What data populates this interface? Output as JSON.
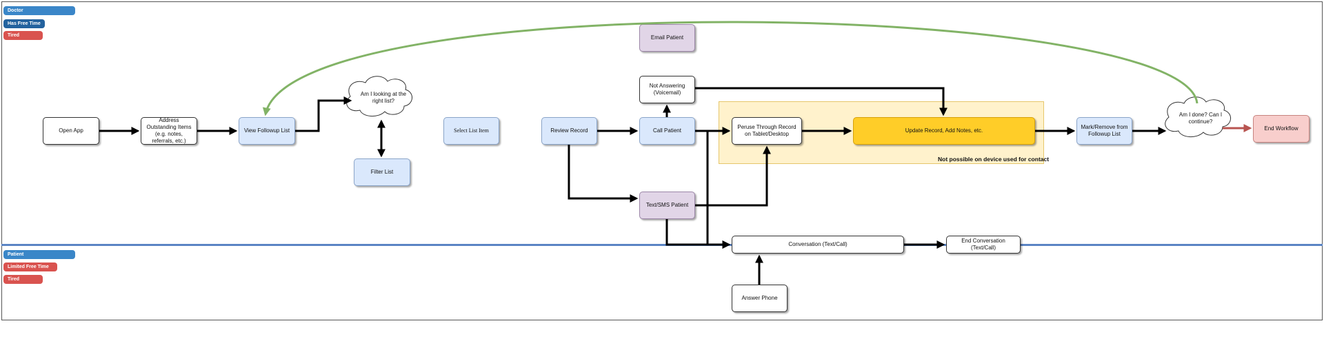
{
  "lanes": {
    "doctor": {
      "title": "Doctor",
      "tags": [
        "Has Free Time",
        "Tired"
      ]
    },
    "patient": {
      "title": "Patient",
      "tags": [
        "Limited Free Time",
        "Tired"
      ]
    }
  },
  "nodes": {
    "open_app": "Open App",
    "address_outstanding": "Address Outstanding Items (e.g. notes, referrals, etc.)",
    "view_followup": "View Followup List",
    "right_list": "Am I looking at the right list?",
    "filter_list": "Filter List",
    "select_list_item": "Select List Item",
    "review_record": "Review Record",
    "email_patient": "Email Patient",
    "not_answering": "Not Answering (Voicemail)",
    "call_patient": "Call Patient",
    "text_sms": "Text/SMS Patient",
    "peruse_record": "Peruse Through Record on Tablet/Desktop",
    "update_record": "Update Record, Add Notes, etc.",
    "mark_remove": "Mark/Remove from Followup List",
    "am_i_done": "Am I done? Can I continue?",
    "end_workflow": "End Workflow",
    "conversation": "Conversation (Text/Call)",
    "end_conversation": "End Conversation (Text/Call)",
    "answer_phone": "Answer Phone"
  },
  "zone_label": "Not possible on device used for contact",
  "colors": {
    "lane_line": "#5b84c4",
    "loop_arrow": "#82b366",
    "end_arrow": "#b85450",
    "zone_fill": "#fff2cc",
    "highlight_node": "#ffcd28"
  }
}
